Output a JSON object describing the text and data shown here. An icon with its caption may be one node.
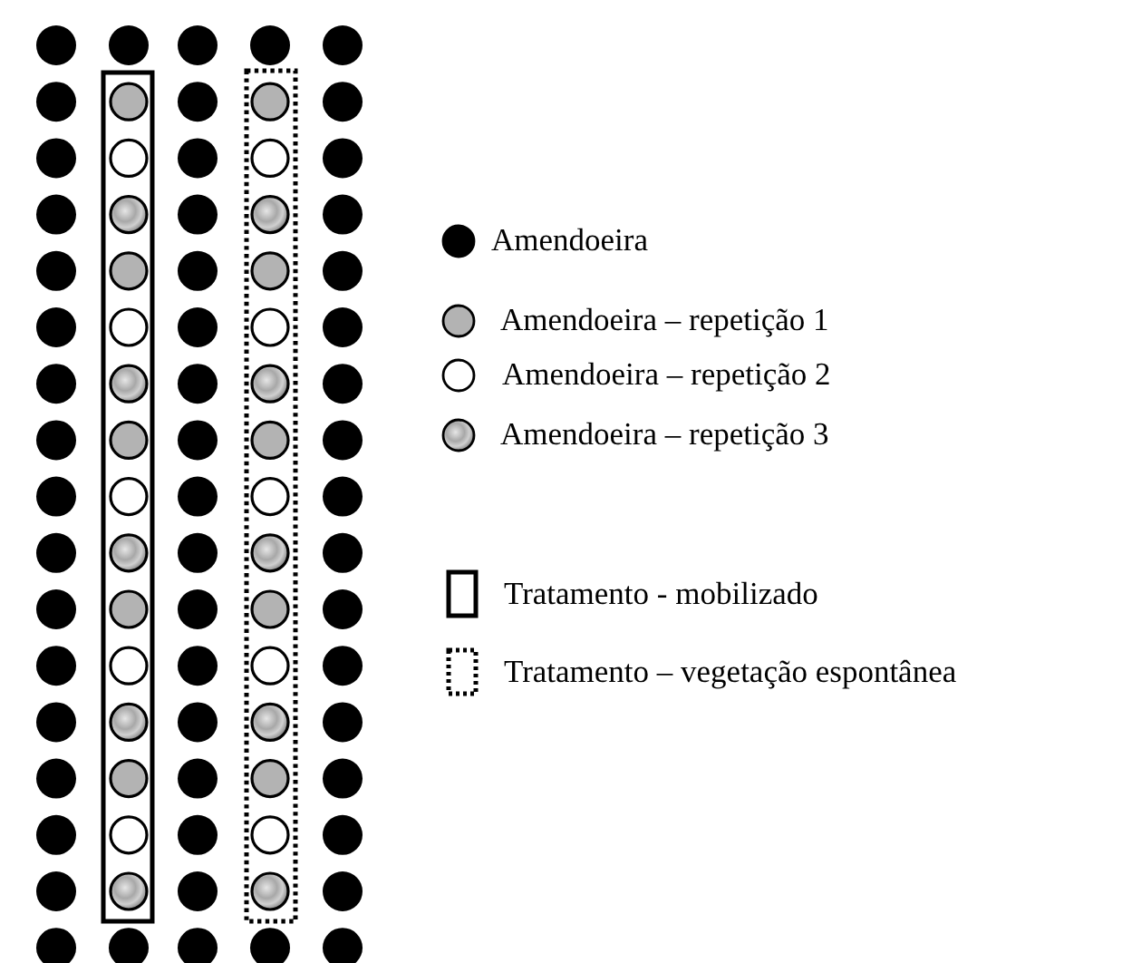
{
  "diagram": {
    "legend": [
      {
        "text": "Amendoeira",
        "color": "#000000"
      },
      {
        "text": "Amendoeira – repetição 1",
        "color": "#b3b3b3"
      },
      {
        "text": "Amendoeira – repetição 2"
      },
      {
        "text": "Amendoeira – repetição 3"
      },
      {
        "text": "Tratamento - mobilizado"
      },
      {
        "text": "Tratamento – vegetação espontânea"
      }
    ]
  }
}
